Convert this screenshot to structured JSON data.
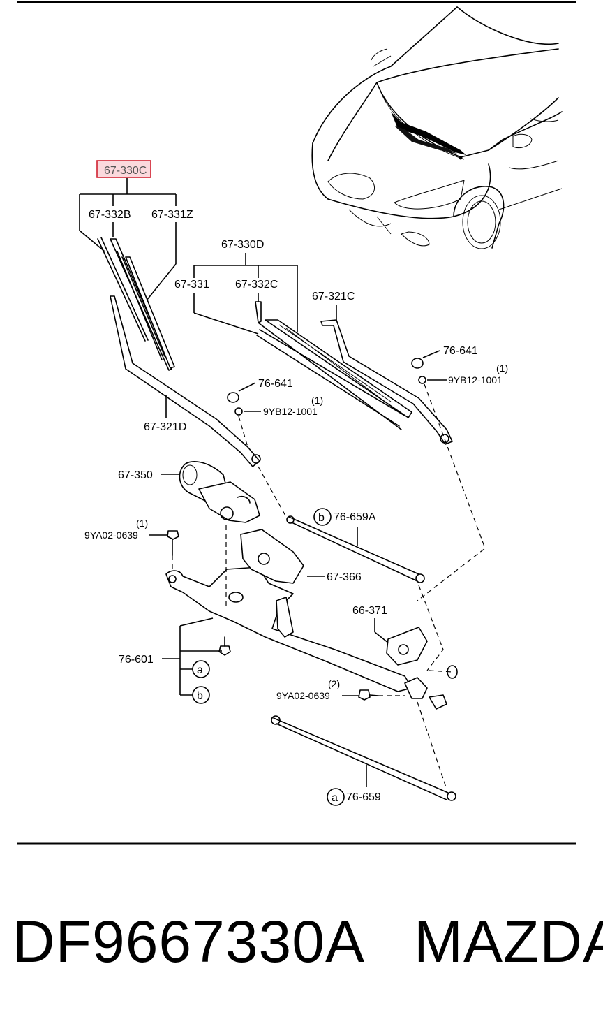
{
  "callouts": {
    "p67_330C": "67-330C",
    "p67_332B": "67-332B",
    "p67_331Z": "67-331Z",
    "p67_330D": "67-330D",
    "p67_331": "67-331",
    "p67_332C": "67-332C",
    "p67_321C": "67-321C",
    "p76_641_r": "76-641",
    "p9YB12_r": "9YB12-1001",
    "q1_r": "(1)",
    "p76_641_l": "76-641",
    "p9YB12_l": "9YB12-1001",
    "q1_l": "(1)",
    "p67_321D": "67-321D",
    "p67_350": "67-350",
    "p9YA02_a": "9YA02-0639",
    "q1_a": "(1)",
    "p76_659A": "76-659A",
    "p67_366": "67-366",
    "p66_371": "66-371",
    "p76_601": "76-601",
    "p9YA02_b": "9YA02-0639",
    "q2_b": "(2)",
    "p76_659": "76-659",
    "mark_a": "a",
    "mark_b": "b"
  },
  "footer": {
    "part_number": "DF9667330A",
    "brand": "MAZDA"
  }
}
